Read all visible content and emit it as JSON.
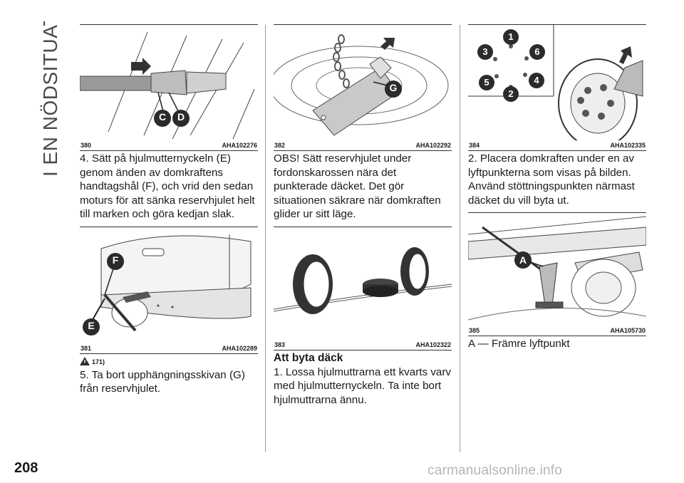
{
  "section_title": "I EN NÖDSITUATION",
  "page_number": "208",
  "watermark": "carmanualsonline.info",
  "columns": {
    "c1": {
      "fig1": {
        "number": "380",
        "code": "AHA102276",
        "labels": [
          "C",
          "D"
        ]
      },
      "text1": "4. Sätt på hjulmutternyckeln (E) genom änden av domkraftens handtagshål (F), och vrid den sedan moturs för att sänka reservhjulet helt till marken och göra kedjan slak.",
      "fig2": {
        "number": "381",
        "code": "AHA102289",
        "labels": [
          "F",
          "E"
        ]
      },
      "note_ref": "171)",
      "text2": "5. Ta bort upphängningsskivan (G) från reservhjulet."
    },
    "c2": {
      "fig1": {
        "number": "382",
        "code": "AHA102292",
        "labels": [
          "G"
        ]
      },
      "text1": "OBS! Sätt reservhjulet under fordonskarossen nära det punkterade däcket. Det gör situationen säkrare när domkraften glider ur sitt läge.",
      "fig2": {
        "number": "383",
        "code": "AHA102322"
      },
      "heading": "Att byta däck",
      "text2": "1. Lossa hjulmuttrarna ett kvarts varv med hjulmutternyckeln. Ta inte bort hjulmuttrarna ännu."
    },
    "c3": {
      "fig1": {
        "number": "384",
        "code": "AHA102335",
        "labels": [
          "1",
          "6",
          "3",
          "4",
          "5",
          "2"
        ]
      },
      "text1": "2. Placera domkraften under en av lyftpunkterna som visas på bilden. Använd stöttningspunkten närmast däcket du vill byta ut.",
      "fig2": {
        "number": "385",
        "code": "AHA105730",
        "labels": [
          "A"
        ]
      },
      "text2": "A — Främre lyftpunkt"
    }
  },
  "colors": {
    "text": "#1a1a1a",
    "badge": "#2b2b2b",
    "watermark": "#b5b5b5"
  }
}
